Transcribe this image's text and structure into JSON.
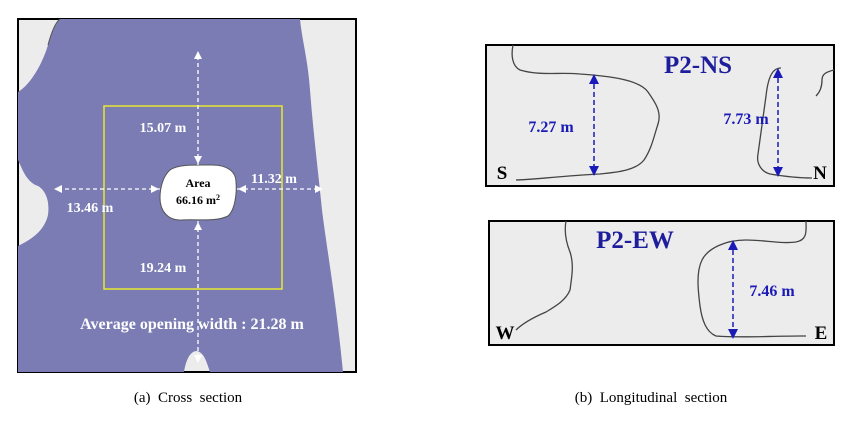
{
  "panel_a": {
    "dimensions": {
      "top": "15.07 m",
      "right": "11.32 m",
      "left": "13.46 m",
      "bottom": "19.24 m"
    },
    "area_label": "Area",
    "area_value": "66.16 m",
    "area_unit_sup": "2",
    "average_opening_width": "Average opening width : 21.28 m",
    "caption": "(a)  Cross  section"
  },
  "panel_b": {
    "ns": {
      "title": "P2-NS",
      "left_dir": "S",
      "right_dir": "N",
      "dim_left": "7.27 m",
      "dim_right": "7.73 m"
    },
    "ew": {
      "title": "P2-EW",
      "left_dir": "W",
      "right_dir": "E",
      "dim": "7.46 m"
    },
    "caption": "(b)  Longitudinal  section"
  },
  "colors": {
    "rock": "#7a7cb3",
    "cavity": "#ececec",
    "dim_blue": "#1a1ab8",
    "box_yellow": "#e8e830",
    "title_blue": "#1e1e9c"
  }
}
